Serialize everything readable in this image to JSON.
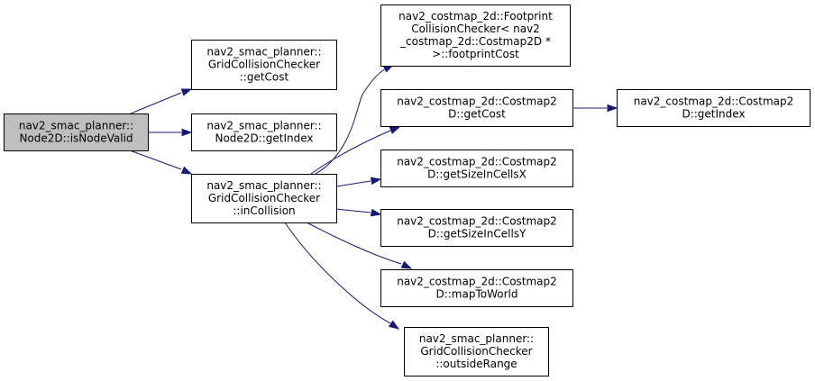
{
  "colors": {
    "edge": "#191970",
    "root_fill": "#bfbfbf",
    "node_fill": "#ffffff",
    "border": "#000000"
  },
  "nodes": [
    {
      "id": "isNodeValid",
      "lines": [
        "nav2_smac_planner::",
        "Node2D::isNodeValid"
      ],
      "root": true
    },
    {
      "id": "getCostGCC",
      "lines": [
        "nav2_smac_planner::",
        "GridCollisionChecker",
        "::getCost"
      ]
    },
    {
      "id": "getIndexNode",
      "lines": [
        "nav2_smac_planner::",
        "Node2D::getIndex"
      ]
    },
    {
      "id": "inCollision",
      "lines": [
        "nav2_smac_planner::",
        "GridCollisionChecker",
        "::inCollision"
      ]
    },
    {
      "id": "footprintCost",
      "lines": [
        "nav2_costmap_2d::Footprint",
        "CollisionChecker< nav2",
        "_costmap_2d::Costmap2D *",
        ">::footprintCost"
      ]
    },
    {
      "id": "getCostCM",
      "lines": [
        "nav2_costmap_2d::Costmap2",
        "D::getCost"
      ]
    },
    {
      "id": "getSizeX",
      "lines": [
        "nav2_costmap_2d::Costmap2",
        "D::getSizeInCellsX"
      ]
    },
    {
      "id": "getSizeY",
      "lines": [
        "nav2_costmap_2d::Costmap2",
        "D::getSizeInCellsY"
      ]
    },
    {
      "id": "mapToWorld",
      "lines": [
        "nav2_costmap_2d::Costmap2",
        "D::mapToWorld"
      ]
    },
    {
      "id": "outsideRange",
      "lines": [
        "nav2_smac_planner::",
        "GridCollisionChecker",
        "::outsideRange"
      ]
    },
    {
      "id": "getIndexCM",
      "lines": [
        "nav2_costmap_2d::Costmap2",
        "D::getIndex"
      ]
    }
  ],
  "edges": [
    {
      "from": "isNodeValid",
      "to": "getCostGCC"
    },
    {
      "from": "isNodeValid",
      "to": "getIndexNode"
    },
    {
      "from": "isNodeValid",
      "to": "inCollision"
    },
    {
      "from": "inCollision",
      "to": "footprintCost"
    },
    {
      "from": "inCollision",
      "to": "getCostCM"
    },
    {
      "from": "inCollision",
      "to": "getSizeX"
    },
    {
      "from": "inCollision",
      "to": "getSizeY"
    },
    {
      "from": "inCollision",
      "to": "mapToWorld"
    },
    {
      "from": "inCollision",
      "to": "outsideRange"
    },
    {
      "from": "getCostCM",
      "to": "getIndexCM"
    }
  ]
}
